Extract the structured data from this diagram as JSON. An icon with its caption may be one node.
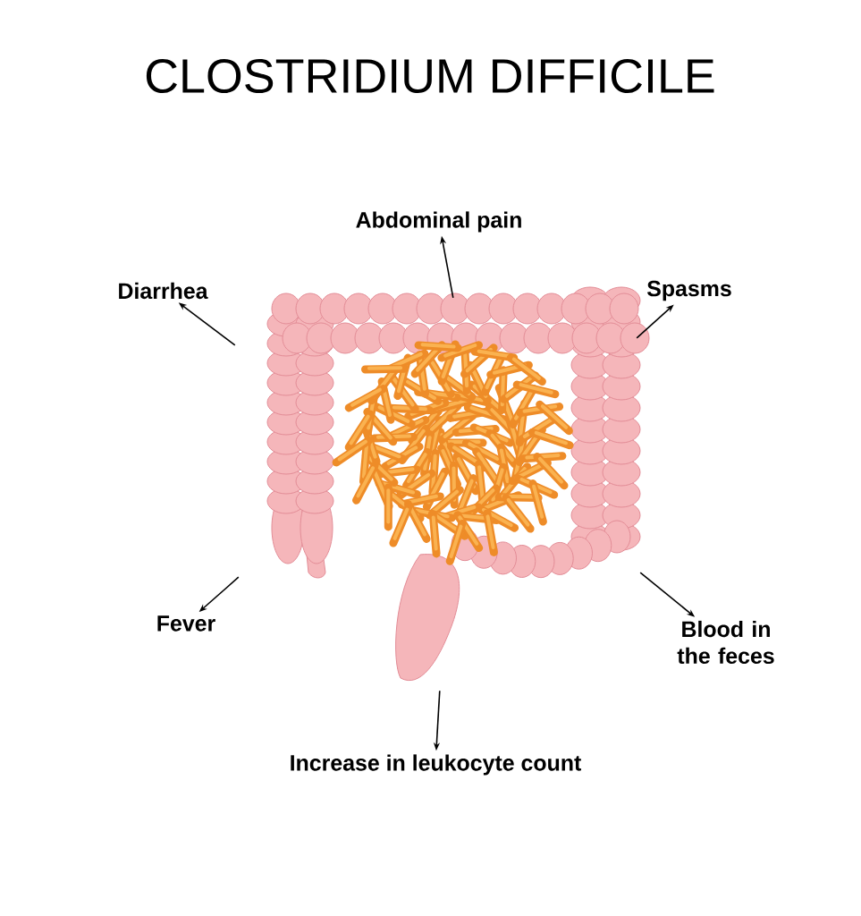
{
  "diagram": {
    "title": "CLOSTRIDIUM DIFFICILE",
    "nodes": [
      {
        "text": [
          "Abdominal pain"
        ]
      },
      {
        "text": [
          "Diarrhea"
        ]
      },
      {
        "text": [
          "Spasms"
        ]
      },
      {
        "text": [],
        "shape": "picture"
      },
      {
        "text": [
          "Fever"
        ]
      },
      {
        "text": [
          "Blood in the feces"
        ]
      },
      {
        "text": [
          "Increase in leukocyte count"
        ]
      }
    ],
    "edges": [
      {
        "from": 3,
        "to": 0,
        "arrow": "to"
      },
      {
        "from": 3,
        "to": 1,
        "arrow": "to"
      },
      {
        "from": 3,
        "to": 2,
        "arrow": "to"
      },
      {
        "from": 3,
        "to": 4,
        "arrow": "to"
      },
      {
        "from": 3,
        "to": 5,
        "arrow": "to"
      },
      {
        "from": 3,
        "to": 6,
        "arrow": "to"
      }
    ]
  }
}
